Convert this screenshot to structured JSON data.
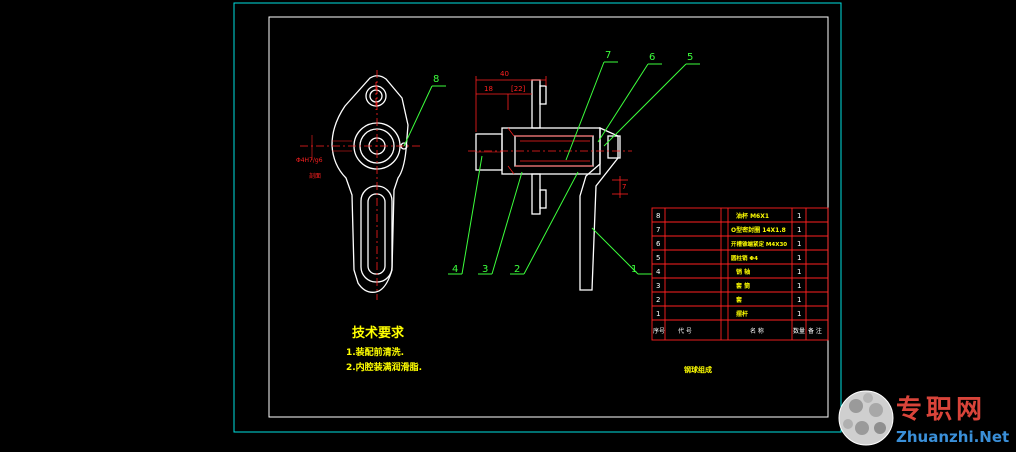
{
  "drawing": {
    "tech_title": "技术要求",
    "tech_items": [
      "1.装配前清洗.",
      "2.内腔装满润滑脂."
    ],
    "assembly_name": "钢球组成",
    "section_label": "剖面",
    "dims": {
      "len_40": "40",
      "len_18": "18",
      "len_22": "[22]",
      "dim_7": "7",
      "fit": "Φ4H7/g6"
    }
  },
  "callouts": [
    "8",
    "7",
    "6",
    "5",
    "4",
    "3",
    "2",
    "1"
  ],
  "bom": {
    "rows": [
      {
        "no": "8",
        "name": "油杯 M6X1",
        "qty": "1"
      },
      {
        "no": "7",
        "name": "O型密封圈 14X1.8",
        "qty": "1"
      },
      {
        "no": "6",
        "name": "开槽锥端紧定 M4X30",
        "qty": "1"
      },
      {
        "no": "5",
        "name": "圆柱销 Φ4",
        "qty": "1"
      },
      {
        "no": "4",
        "name": "销 轴",
        "qty": "1"
      },
      {
        "no": "3",
        "name": "套 筒",
        "qty": "1"
      },
      {
        "no": "2",
        "name": "套",
        "qty": "1"
      },
      {
        "no": "1",
        "name": "摆杆",
        "qty": "1"
      }
    ],
    "header": {
      "no": "序号",
      "code": "代 号",
      "name": "名 称",
      "qty": "数量",
      "note": "备 注"
    }
  },
  "watermark": {
    "cn": "专职网",
    "en": "Zhuanzhi.Net"
  },
  "colors": {
    "outer_frame": "#00e0e0",
    "inner_frame": "#ffffff",
    "leader": "#3cff3c",
    "center": "#ff2020",
    "table": "#ff2020"
  }
}
